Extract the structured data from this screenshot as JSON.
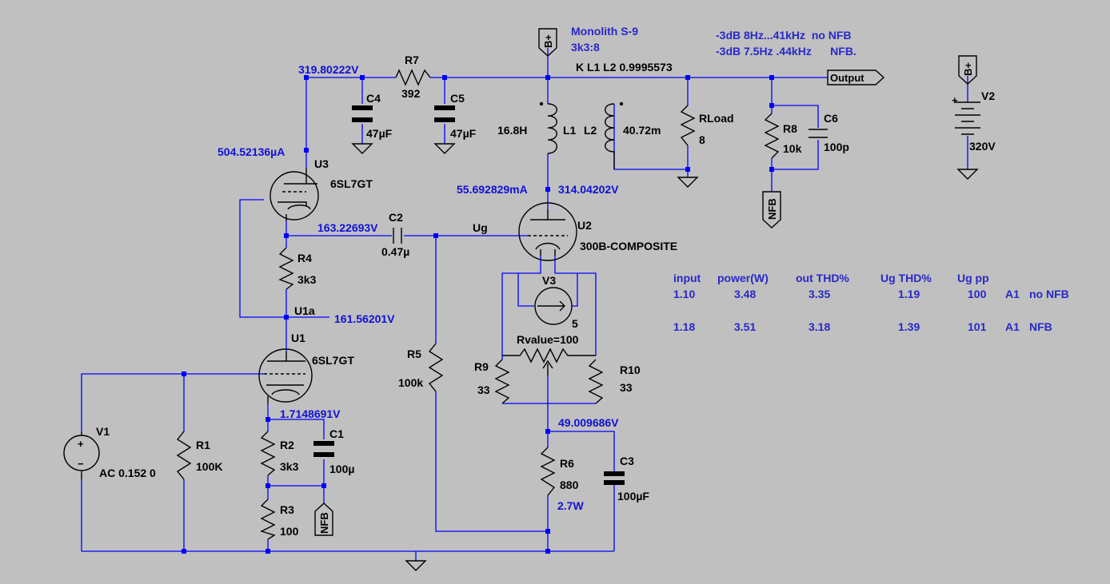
{
  "components": {
    "r7": {
      "name": "R7",
      "value": "392"
    },
    "c4": {
      "name": "C4",
      "value": "47µF"
    },
    "c5": {
      "name": "C5",
      "value": "47µF"
    },
    "l1": {
      "name": "L1",
      "value": "16.8H"
    },
    "l2": {
      "name": "L2",
      "value": "40.72m"
    },
    "rload": {
      "name": "RLoad",
      "value": "8"
    },
    "r8": {
      "name": "R8",
      "value": "10k"
    },
    "c6": {
      "name": "C6",
      "value": "100p"
    },
    "v2": {
      "name": "V2",
      "value": "320V"
    },
    "u3": {
      "name": "U3",
      "value": "6SL7GT"
    },
    "c2": {
      "name": "C2",
      "value": "0.47µ"
    },
    "u2": {
      "name": "U2",
      "value": "300B-COMPOSITE"
    },
    "r4": {
      "name": "R4",
      "value": "3k3"
    },
    "u1": {
      "name": "U1",
      "value": "6SL7GT"
    },
    "v3": {
      "name": "V3",
      "value": "5"
    },
    "pot": {
      "value": "Rvalue=100"
    },
    "r5": {
      "name": "R5",
      "value": "100k"
    },
    "r9": {
      "name": "R9",
      "value": "33"
    },
    "r10": {
      "name": "R10",
      "value": "33"
    },
    "v1": {
      "name": "V1",
      "value": "AC 0.152 0"
    },
    "r1": {
      "name": "R1",
      "value": "100K"
    },
    "r2": {
      "name": "R2",
      "value": "3k3"
    },
    "c1": {
      "name": "C1",
      "value": "100µ"
    },
    "r3": {
      "name": "R3",
      "value": "100"
    },
    "r6": {
      "name": "R6",
      "value": "880",
      "power": "2.7W"
    },
    "c3": {
      "name": "C3",
      "value": "100µF"
    }
  },
  "node_voltages": {
    "r7_left": "319.80222V",
    "u3_current": "504.52136µA",
    "u2_current": "55.692829mA",
    "u2_plate": "314.04202V",
    "c2_left": "163.22693V",
    "u1a": "161.56201V",
    "u1_cathode": "1.7148691V",
    "u2_cathode": "49.009686V"
  },
  "nets": {
    "ug": "Ug",
    "u1a": "U1a",
    "output": "Output",
    "bplus": "B+",
    "nfb": "NFB"
  },
  "directives": {
    "title": "Monolith S-9",
    "ratio": "3k3:8",
    "coupling": "K L1 L2 0.9995573",
    "bw_no_nfb": "-3dB 8Hz...41kHz  no NFB",
    "bw_nfb": "-3dB 7.5Hz .44kHz      NFB."
  },
  "results_table": {
    "headers": [
      "input",
      "power(W)",
      "out THD%",
      "Ug THD%",
      "Ug pp"
    ],
    "rows": [
      {
        "input": "1.10",
        "power": "3.48",
        "out_thd": "3.35",
        "ug_thd": "1.19",
        "ug_pp": "100",
        "class": "A1",
        "mode": "no NFB"
      },
      {
        "input": "1.18",
        "power": "3.51",
        "out_thd": "3.18",
        "ug_thd": "1.39",
        "ug_pp": "101",
        "class": "A1",
        "mode": "NFB"
      }
    ]
  }
}
